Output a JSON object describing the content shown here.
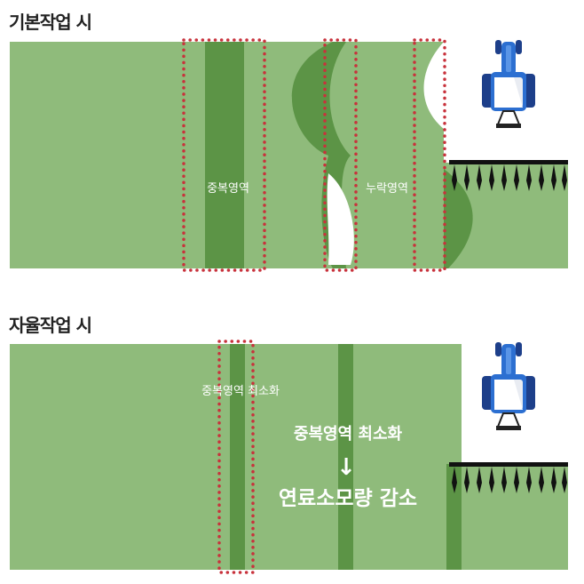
{
  "panels": {
    "basic": {
      "title": "기본작업 시",
      "overlap_label": "중복영역",
      "missed_label": "누락영역"
    },
    "autonomous": {
      "title": "자율작업 시",
      "overlap_label": "중복영역 최소화",
      "callout_top": "중복영역 최소화",
      "arrow": "↓",
      "callout_bottom": "연료소모량 감소"
    }
  },
  "colors": {
    "field": "#8fbb7b",
    "overlap_strip": "#5c9446",
    "dashed_box": "#c8323c",
    "tractor_blue": "#2c6fd1",
    "implement": "#111111"
  },
  "icons": [
    "tractor-icon",
    "harrow-icon"
  ]
}
